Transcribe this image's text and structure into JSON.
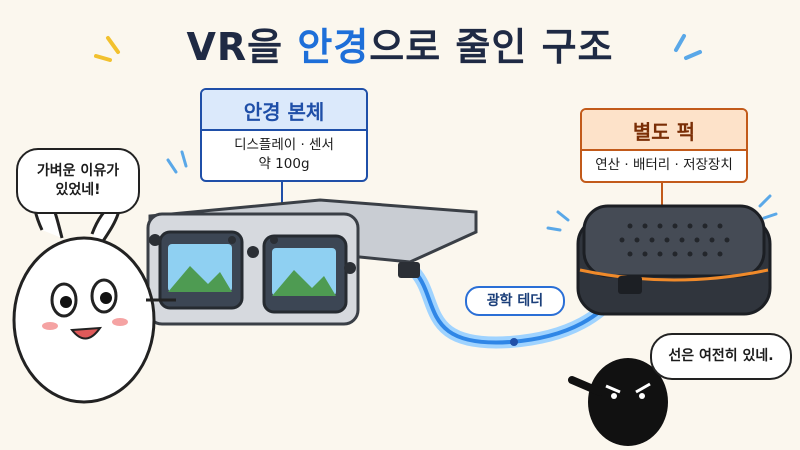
{
  "title": {
    "part1": "VR을 ",
    "part2": "안경",
    "part3": "으로 줄인 구조"
  },
  "glasses_box": {
    "heading": "안경 본체",
    "line1": "디스플레이 · 센서",
    "line2": "약 100g"
  },
  "puck_box": {
    "heading": "별도 퍽",
    "line1": "연산 · 배터리 · 저장장치"
  },
  "tether_label": "광학 테더",
  "bubble_left": {
    "line1": "가벼운 이유가",
    "line2": "있었네!"
  },
  "bubble_right": "선은 여전히 있네.",
  "colors": {
    "title_dark": "#1f2a44",
    "title_accent": "#1e6fd9",
    "glasses_frame": "#b9bec6",
    "puck_body": "#3b4049",
    "puck_accent": "#f08a2a",
    "tether": "#57aef5"
  }
}
